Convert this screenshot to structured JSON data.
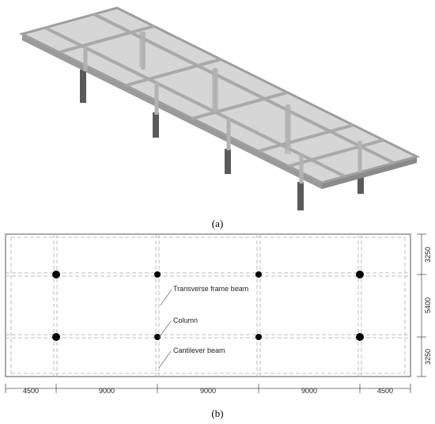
{
  "caption_a": "(a)",
  "caption_b": "(b)",
  "labels": {
    "transverse_frame_beam": "Transverse frame beam",
    "column": "Column",
    "cantilever_beam": "Cantilever beam"
  },
  "dims_bottom": [
    "4500",
    "9000",
    "9000",
    "9000",
    "4500"
  ],
  "dims_right": [
    "3250",
    "5400",
    "3250"
  ],
  "colors": {
    "glass": "#c9c9c9",
    "frame": "#a8a8a8",
    "column": "#555555",
    "dashed_line": "#bbbbbb",
    "outline": "#555555"
  }
}
